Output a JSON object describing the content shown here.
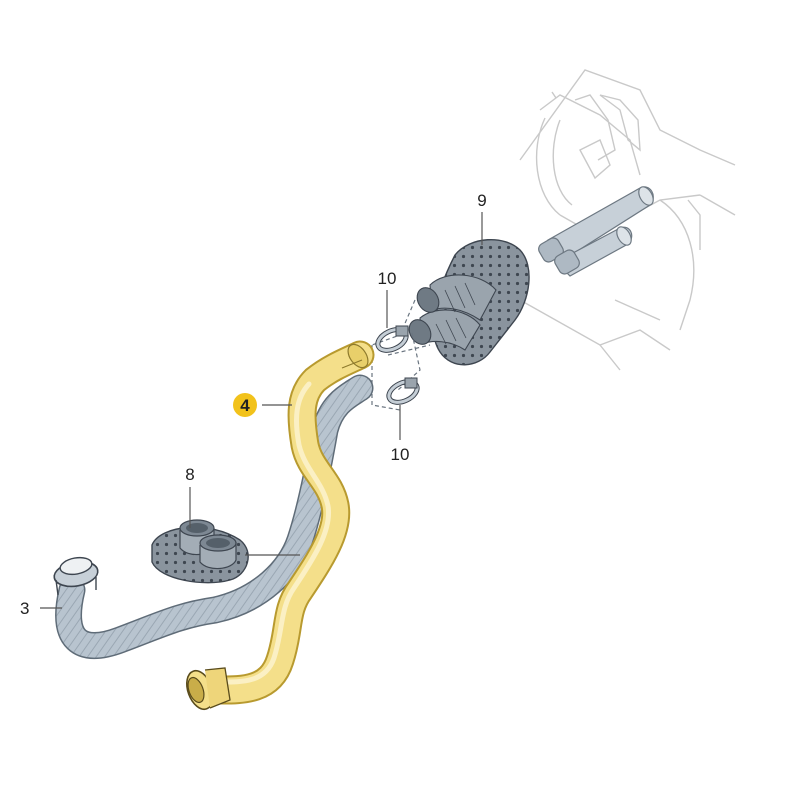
{
  "parts": [
    {
      "id": "part-3",
      "label": "3",
      "highlighted": false
    },
    {
      "id": "part-4",
      "label": "4",
      "highlighted": true
    },
    {
      "id": "part-8",
      "label": "8",
      "highlighted": false
    },
    {
      "id": "part-9",
      "label": "9",
      "highlighted": false
    },
    {
      "id": "part-10a",
      "label": "10",
      "highlighted": false
    },
    {
      "id": "part-10b",
      "label": "10",
      "highlighted": false
    }
  ],
  "colors": {
    "highlight_badge": "#f2c21b",
    "yellow_hose": "#f4df8a",
    "yellow_hose_dark": "#d9bf52",
    "grey_hose": "#b8c4cf",
    "grey_hose_dark": "#8796a3",
    "grommet": "#7d8893",
    "background_lines": "#c9c9c9"
  }
}
